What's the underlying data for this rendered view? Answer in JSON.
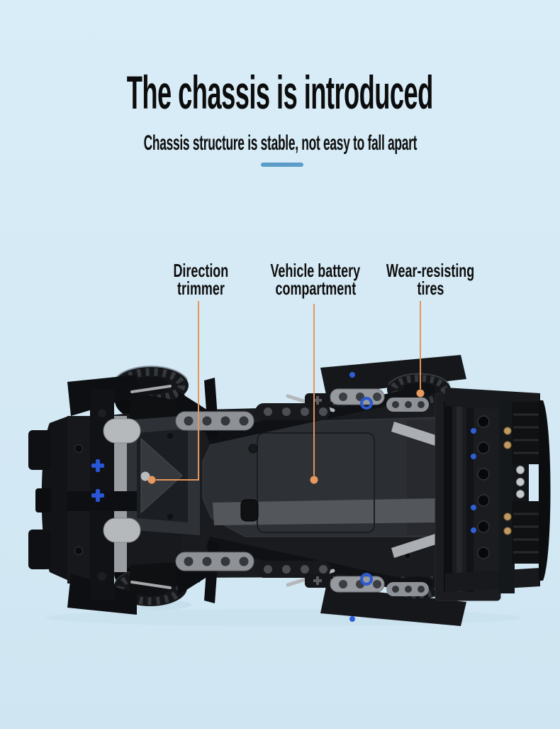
{
  "header": {
    "title": "The chassis is introduced",
    "subtitle": "Chassis structure is stable, not easy to fall apart"
  },
  "callouts": [
    {
      "line1": "Direction",
      "line2": "trimmer"
    },
    {
      "line1": "Vehicle battery",
      "line2": "compartment"
    },
    {
      "line1": "Wear-resisting",
      "line2": "tires"
    }
  ],
  "colors": {
    "background_top": "#d9edf8",
    "background_bottom": "#cfe6f2",
    "title_text": "#0c0c0c",
    "divider_accent": "#5b9dc8",
    "callout_line": "#e2955c",
    "callout_dot": "#e8995f"
  }
}
